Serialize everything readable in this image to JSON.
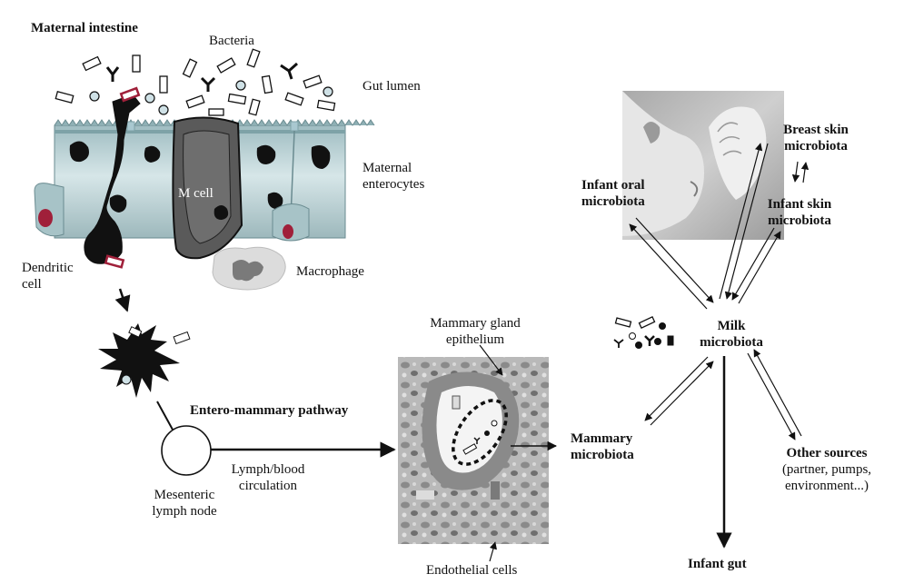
{
  "labels": {
    "maternal_intestine": "Maternal intestine",
    "bacteria": "Bacteria",
    "gut_lumen": "Gut lumen",
    "maternal_enterocytes_1": "Maternal",
    "maternal_enterocytes_2": "enterocytes",
    "m_cell": "M cell",
    "dendritic_cell_1": "Dendritic",
    "dendritic_cell_2": "cell",
    "macrophage": "Macrophage",
    "entero_mammary_pathway": "Entero-mammary pathway",
    "mesenteric_lymph_node_1": "Mesenteric",
    "mesenteric_lymph_node_2": "lymph node",
    "lymph_blood_1": "Lymph/blood",
    "lymph_blood_2": "circulation",
    "mammary_gland_epithelium_1": "Mammary gland",
    "mammary_gland_epithelium_2": "epithelium",
    "endothelial_cells": "Endothelial cells",
    "mammary_microbiota_1": "Mammary",
    "mammary_microbiota_2": "microbiota",
    "milk_microbiota_1": "Milk",
    "milk_microbiota_2": "microbiota",
    "infant_oral_1": "Infant oral",
    "infant_oral_2": "microbiota",
    "breast_skin_1": "Breast skin",
    "breast_skin_2": "microbiota",
    "infant_skin_1": "Infant skin",
    "infant_skin_2": "microbiota",
    "other_sources_1": "Other sources",
    "other_sources_2": "(partner, pumps,",
    "other_sources_3": "environment...)",
    "infant_gut": "Infant gut"
  },
  "icons": [
    "rod-bacterium-icon",
    "coccus-bacterium-icon",
    "y-shaped-bacterium-icon",
    "dendritic-cell-icon",
    "m-cell-icon",
    "macrophage-icon",
    "lymph-node-icon",
    "histology-image",
    "breastfeeding-photo"
  ],
  "colors": {
    "enterocyte_fill": "#bcd3d6",
    "cell_dark": "#111111",
    "m_cell_fill": "#555555",
    "macrophage_fill": "#cfcfcf",
    "bacterium_fill": "#cfe1e6",
    "accent_red": "#a0203a"
  }
}
